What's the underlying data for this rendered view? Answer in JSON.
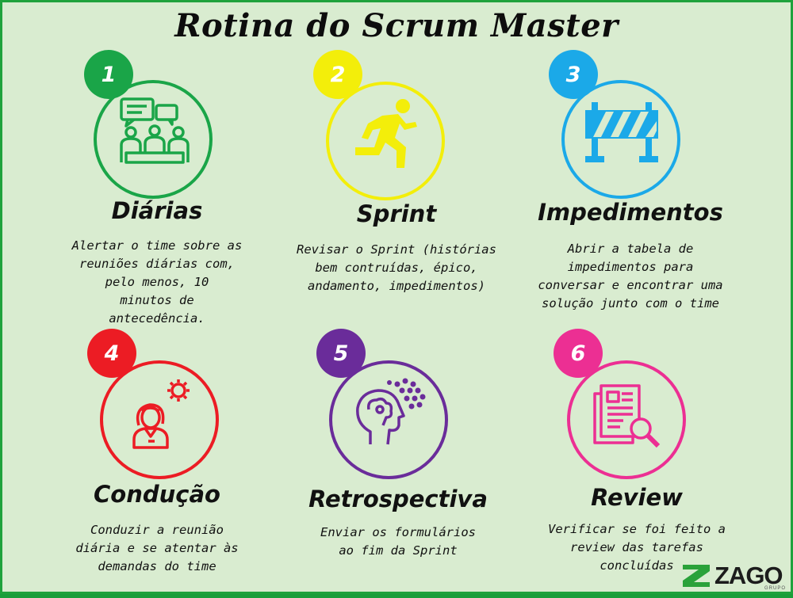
{
  "title": "Rotina do Scrum Master",
  "colors": {
    "background": "#d9ecd0",
    "border": "#1fa23c",
    "green": "#1aa548",
    "yellow": "#f3ee0a",
    "blue": "#1ba9e8",
    "red": "#ec1c24",
    "purple": "#6a2c9a",
    "pink": "#ec2f93"
  },
  "steps": [
    {
      "number": "1",
      "heading": "Diárias",
      "icon": "meeting-chat-icon",
      "color": "#1aa548",
      "desc_lines": [
        "Alertar o time sobre as",
        "reuniões diárias  com,",
        "pelo menos, 10",
        "minutos de",
        "antecedência."
      ]
    },
    {
      "number": "2",
      "heading": "Sprint",
      "icon": "running-person-icon",
      "color": "#f3ee0a",
      "desc_lines": [
        "Revisar o Sprint (histórias",
        "bem contruídas, épico,",
        "andamento, impedimentos)"
      ]
    },
    {
      "number": "3",
      "heading": "Impedimentos",
      "icon": "barrier-icon",
      "color": "#1ba9e8",
      "desc_lines": [
        "Abrir a tabela de",
        "impedimentos para",
        "conversar e encontrar uma",
        "solução junto com o time"
      ]
    },
    {
      "number": "4",
      "heading": "Condução",
      "icon": "person-gear-icon",
      "color": "#ec1c24",
      "desc_lines": [
        "Conduzir a reunião",
        "diária e se atentar às",
        "demandas do time"
      ]
    },
    {
      "number": "5",
      "heading": "Retrospectiva",
      "icon": "head-thinking-icon",
      "color": "#6a2c9a",
      "desc_lines": [
        "Enviar os formulários",
        "ao fim da Sprint"
      ]
    },
    {
      "number": "6",
      "heading": "Review",
      "icon": "document-magnifier-icon",
      "color": "#ec2f93",
      "desc_lines": [
        "Verificar se foi feito a",
        "review das tarefas",
        "concluídas"
      ]
    }
  ],
  "logo": {
    "text": "ZAGO",
    "subtext": "GRUPO"
  }
}
